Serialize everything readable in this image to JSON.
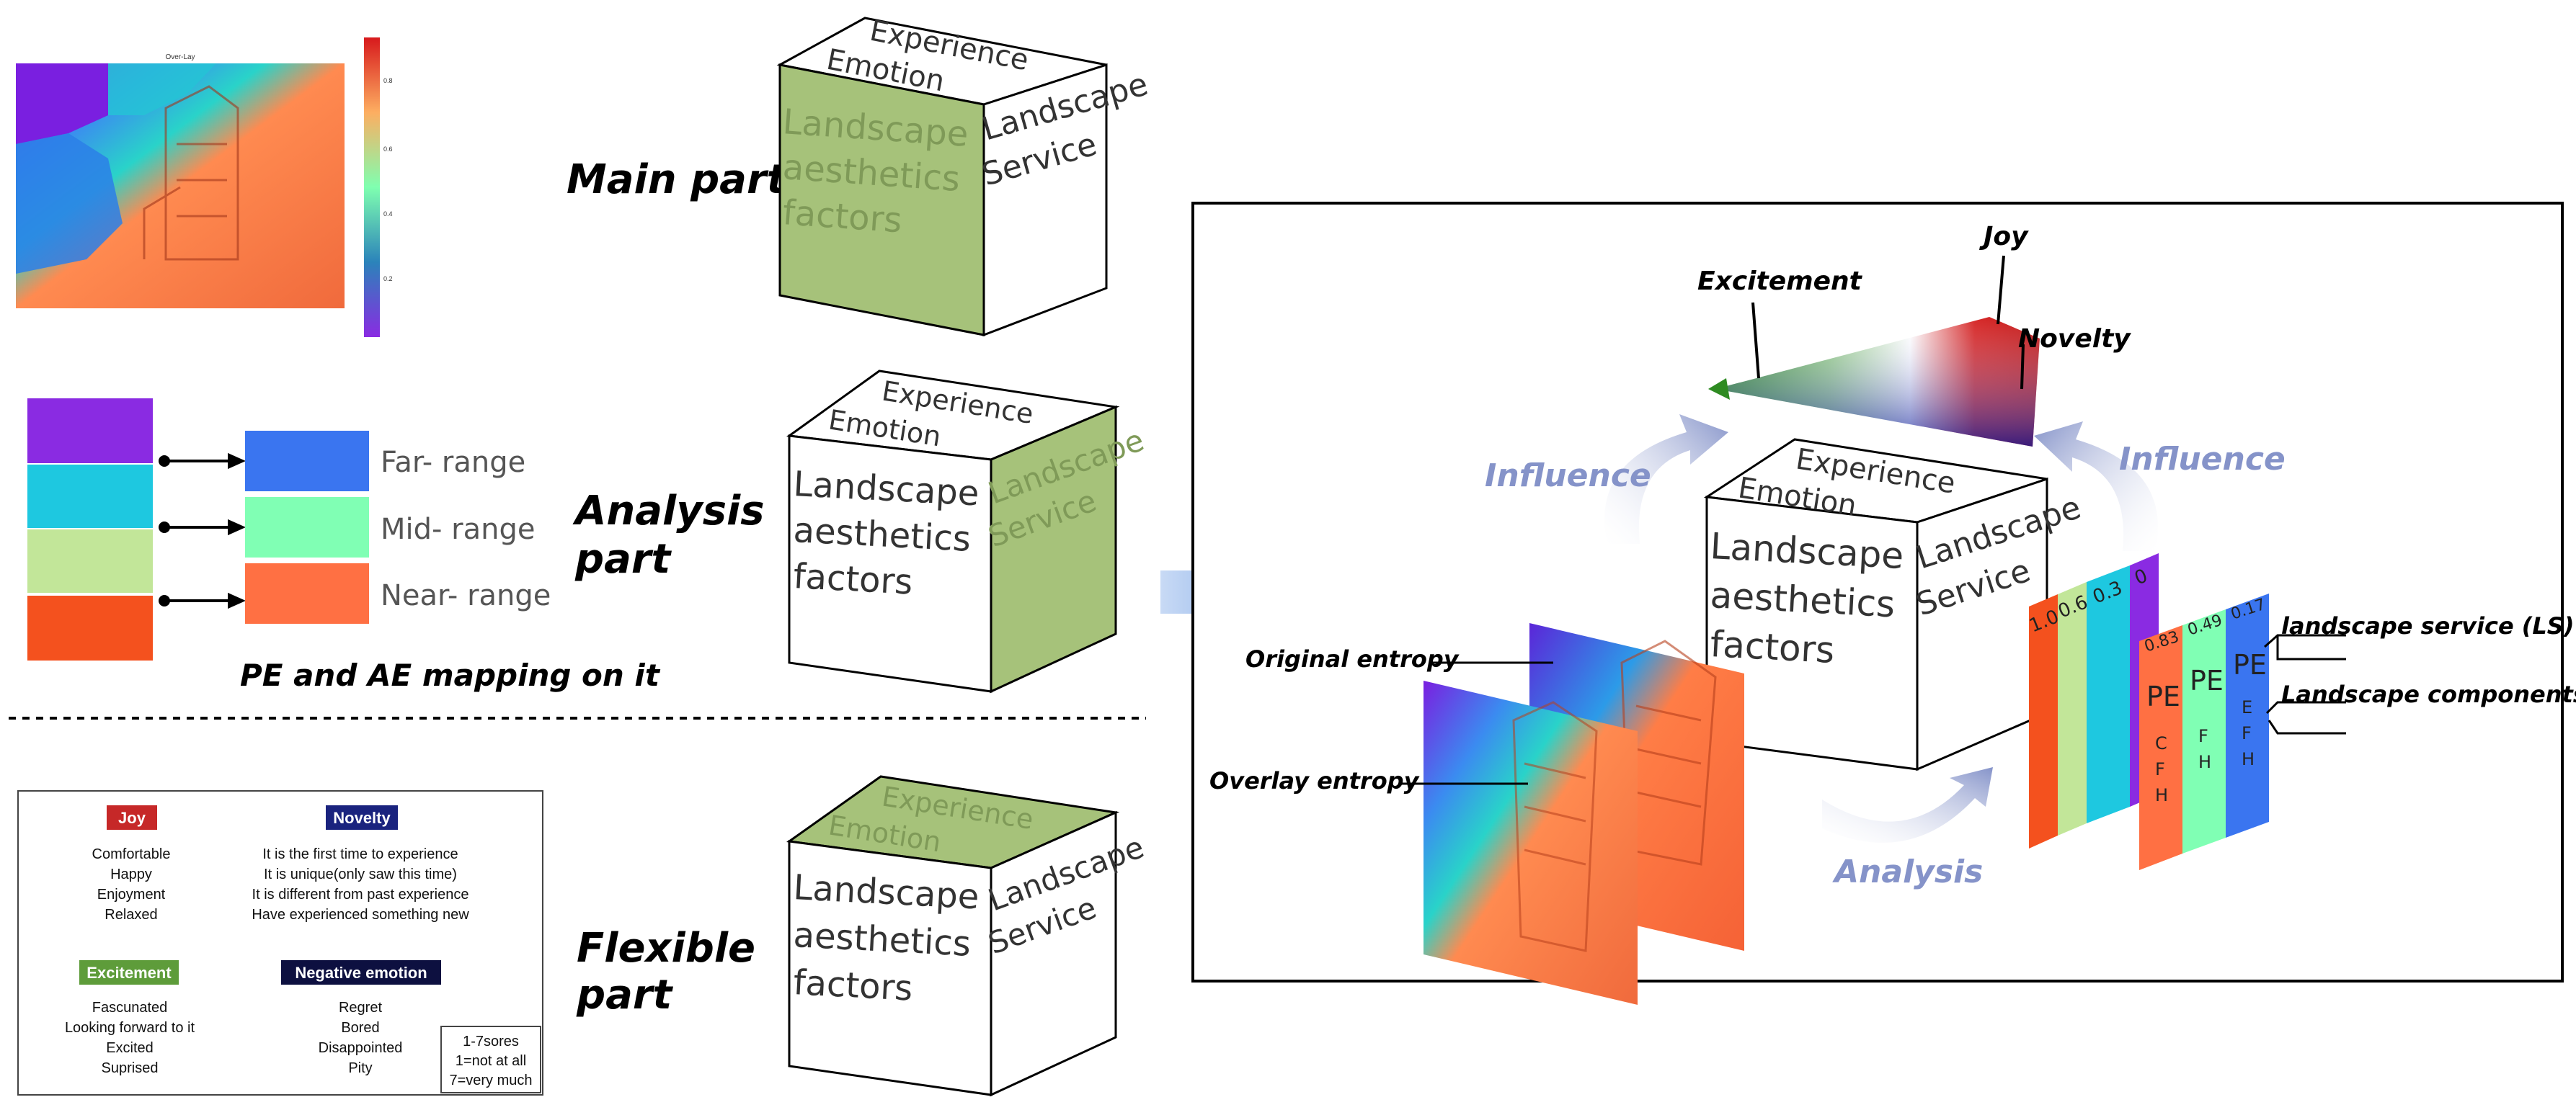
{
  "heatmap_title": "Over-Lay",
  "colorbar_ticks": [
    "0.8",
    "0.6",
    "0.4",
    "0.2"
  ],
  "ranges": [
    "Far- range",
    "Mid- range",
    "Near- range"
  ],
  "mapping_caption": "PE and AE mapping on it",
  "parts": {
    "main": "Main part",
    "analysis_line1": "Analysis",
    "analysis_line2": "part",
    "flexible_line1": "Flexible",
    "flexible_line2": "part"
  },
  "cube": {
    "top_line1": "Experience",
    "top_line2": "Emotion",
    "front_line1": "Landscape",
    "front_line2": "aesthetics",
    "front_line3": "factors",
    "side_line1": "Landscape",
    "side_line2": "Service"
  },
  "legend": {
    "joy": {
      "title": "Joy",
      "items": [
        "Comfortable",
        "Happy",
        "Enjoyment",
        "Relaxed"
      ]
    },
    "novelty": {
      "title": "Novelty",
      "items": [
        "It is the first time to experience",
        "It is unique(only saw this time)",
        "It is different from past experience",
        "Have experienced something new"
      ]
    },
    "excitement": {
      "title": "Excitement",
      "items": [
        "Fascunated",
        "Looking forward to it",
        "Excited",
        "Suprised"
      ]
    },
    "negative": {
      "title": "Negative emotion",
      "items": [
        "Regret",
        "Bored",
        "Disappointed",
        "Pity"
      ]
    },
    "scale": [
      "1-7sores",
      "1=not at all",
      "7=very much"
    ]
  },
  "right_panel": {
    "joy": "Joy",
    "excitement": "Excitement",
    "novelty": "Novelty",
    "influence_left": "Influence",
    "influence_right": "Influence",
    "analysis": "Analysis",
    "original_entropy": "Original entropy",
    "overlay_entropy": "Overlay entropy",
    "ls_label": "landscape service (LS)",
    "components_label": "Landscape components",
    "strip_values": [
      "1.0",
      "0.6",
      "0.3",
      "0"
    ],
    "pe_values": [
      "0.83",
      "0.49",
      "0.17"
    ],
    "pe_labels": [
      "PE",
      "PE",
      "PE"
    ],
    "pe_sub": [
      [
        "C",
        "F",
        "H"
      ],
      [
        "F",
        "H"
      ],
      [
        "E",
        "F",
        "H"
      ]
    ]
  },
  "colors": {
    "green_face": "#a6c27a",
    "purple": "#8a2be2",
    "cyan": "#1ec8e0",
    "lightgreen": "#c2e699",
    "red": "#f4511e",
    "far_blue": "#3a75f0",
    "mid_green": "#80ffb4",
    "near_orange": "#ff7043",
    "joy_red": "#c62828",
    "novelty_navy": "#1a237e",
    "excitement_green": "#5e9c3a",
    "negative_navy": "#0d1040",
    "influence_blue": "#8593c9"
  }
}
